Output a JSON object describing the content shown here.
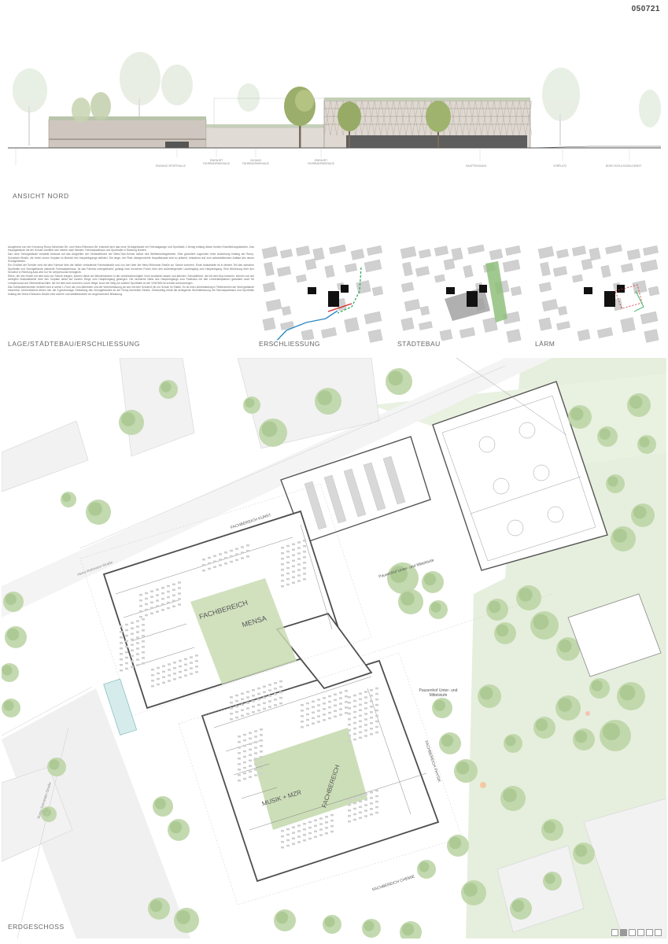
{
  "sheet_number": "050721",
  "elevation": {
    "title": "ANSICHT NORD",
    "labels": [
      "EINGANG SPORTHALLE",
      "EINFAHRT FAHRRADPARKHAUS",
      "ZUGANG FAHRRADPARKHAUS",
      "EINFAHRT FAHRRADPARKHAUS",
      "HAUPTEINGANG",
      "VORPLATZ",
      "BÜRO SCHULSOZIALDIENST"
    ]
  },
  "site": {
    "title": "LAGE/STÄDTEBAU/ERSCHLIESSUNG",
    "paragraphs": [
      "Ausgehend von der Kreuzung Romy-Schneider-Str. und Heinz-Rühmann-Str. erstreckt sich das neue Schulgebäude mit Fahrradgarage und Sporthalle L-förmig entlang dieser beiden Erschließungsstraßen. Das Hauptgebäude mit der Schule orientiert sich hierbei nach Westen, Fahrradparkhaus und Sporthalle in Richtung Norden.",
      "Das neue Schulgebäude verstärkt bewusst auf das Aufgreifen der Gebäudeflucht der West-Twin-Schule östlich des Wettbewerbsgebietes. Dies geschieht zugunsten einer Aufweitung entlang der Romy-Schneider-Straße, die einen neuen Vorplatz im Bereich des Haupteingangs definiert. Die lange, der Platz übergeordnete Hauptfassade wird so präsent, einladend und zum adressbildenden Auftakt des neuen Schulgeländes.",
      "Ein Großteil der Schüler wird mit dem Fahrrad über die östlich verlaufende Fahrradstraße und von dort über die Heinz-Rühmann-Straße zur Schule kommen. Erste Anlaufstelle ist in diesem Teil das zwischen Sporthalle und Schulgebäude platzierte Fahrradparkhaus. Ist das Fahrrad untergebracht, gelangt man trockenen Fußes über den außenliegenden Laubengang zum Haupteingang. Eine Abkürzung über den Schulhof in Richtung Aula wird nur für Lehrpersonal ermöglicht.",
      "Eltern, die ihre Kinder mit dem Auto zur Schule bringen, können diese am Wendehammer in der verkehrsberuhigten Zone zusätzlich lassen und abholen. Schulpförtner, die mit dem Bus kommen, können von der verlegten Bushaltestelle über den Vorplatz direkt auf kurzem Wege zum Haupteingang gelangen. Die räumliche Nähe des Haupteingangs zum Parkhaus mit den Lehrerstellplätzen garantiert auch für Lehrpersonal und Oberstufenschüler, die mit dem Auto kommen, kurze Wege. Auch der Weg zur zweiten Sporthalle an der VO67600 ist schnell zurückzulegen.",
      "Das Gebäudeensemble versteht sich in seiner L-Form als vom Altenheim und der Wohnbebauung ab und mit dem Schulhof hin zur Schule im Süden. Es ist eine Lärmbelastung in Teilbereichen der Wohngebäude erkennbar. Unterstützend wirken hier die 3-geschossige Gestaltung des Schulgebäudes an der Romy-Schneider-Straße. Gleichzeitig erhält die anliegende Wohnbebauung mit Fahrradparkhaus und Sporthalle entlang der Heinz-Rühmann-Straße eine sichere und städtebauliche zur angrenzenden Bebauung."
    ]
  },
  "diagrams": [
    {
      "caption": "ERSCHLIESSUNG"
    },
    {
      "caption": "STÄDTEBAU"
    },
    {
      "caption": "LÄRM"
    }
  ],
  "plan": {
    "caption": "ERDGESCHOSS",
    "zone_labels": {
      "kunst": "FACHBEREICH KUNST",
      "fachbereich_1": "FACHBEREICH",
      "mensa": "MENSA",
      "musik": "MUSIK + MZR",
      "fachbereich_2": "FACHBEREICH",
      "chemie": "FACHBEREICH CHEMIE",
      "pausenhof_1": "Pausenhof Unter- und Mittelstufe",
      "pausenhof_2": "Pausenhof Unter- und Mittelstufe",
      "physik": "FACHBEREICH PHYSIK",
      "romy_street": "Romy-Schneider-Straße",
      "heinz_street": "Heinz-Rühmann-Straße"
    }
  },
  "pager": {
    "count": 6,
    "active_index": 1
  },
  "colors": {
    "green_light": "#e3eed9",
    "green_mid": "#c9dcb6",
    "tree": "#b8d4a1",
    "tree_dark": "#a3c48a",
    "wall": "#6f6f6f",
    "building_dark": "#111111",
    "road": "#efefef"
  }
}
